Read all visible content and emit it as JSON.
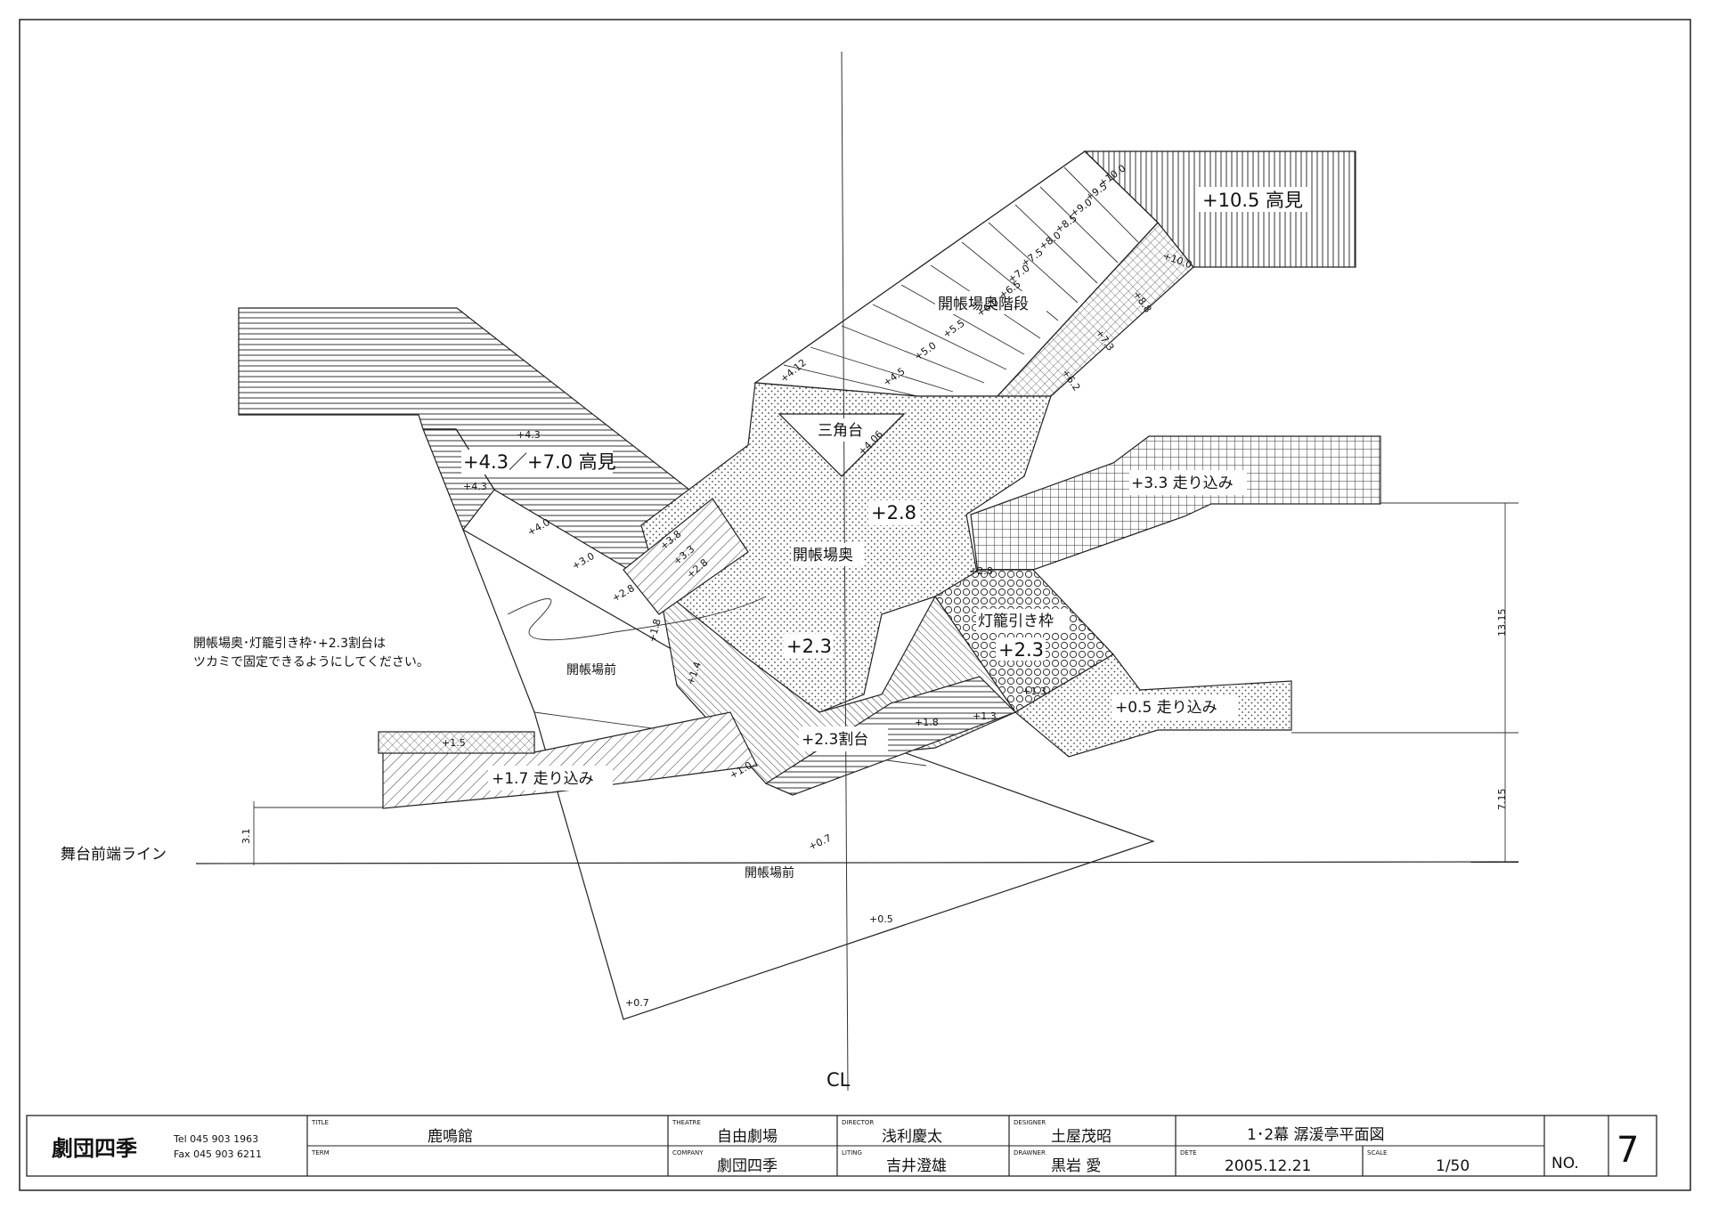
{
  "diagram": {
    "stage_front_line": "舞台前端ライン",
    "centerline": "CL",
    "note_line1": "開帳場奥･灯籠引き枠･+2.3割台は",
    "note_line2": "ツカミで固定できるようにしてください。",
    "labels": {
      "takami_105": "+10.5 高見",
      "kaichoba_oku_kaidan": "開帳場奥階段",
      "sankakudai": "三角台",
      "takami_43_70": "+4.3／+7.0 高見",
      "hashirikomi_33": "+3.3 走り込み",
      "plus_28": "+2.8",
      "kaichoba_oku": "開帳場奥",
      "toro_hikiwaku": "灯籠引き枠",
      "plus_23_right": "+2.3",
      "plus_23_left": "+2.3",
      "kaichoba_mae_upper": "開帳場前",
      "wari_dai_23": "+2.3割台",
      "hashirikomi_05": "+0.5 走り込み",
      "hashirikomi_17": "+1.7 走り込み",
      "kaichoba_mae_lower": "開帳場前"
    },
    "stair_steps": [
      "+4.5",
      "+5.0",
      "+5.5",
      "+6.0",
      "+6.5",
      "+7.0",
      "+7.5",
      "+8.0",
      "+8.5",
      "+9.0",
      "+9.5",
      "+10.0"
    ],
    "small_marks": {
      "m412": "+4.12",
      "m406": "+4.06",
      "m43a": "+4.3",
      "m43b": "+4.3",
      "m40": "+4.0",
      "m30": "+3.0",
      "m28a": "+2.8",
      "m28b": "+2.8",
      "m28c": "+2.8",
      "m33": "+3.3",
      "m38": "+3.8",
      "m18a": "+1.8",
      "m14": "+1.4",
      "m15": "+1.5",
      "m10": "+1.0",
      "m07a": "+0.7",
      "m05": "+0.5",
      "m07b": "+0.7",
      "m18b": "+1.8",
      "m13a": "+1.3",
      "m13b": "+1.3",
      "m100": "+10.0",
      "m88": "+8.8",
      "m73": "+7.3",
      "m62": "+6.2"
    },
    "dimensions": {
      "d1315": "13.15",
      "d715": "7.15",
      "d31": "3.1"
    }
  },
  "titleblock": {
    "company_logo": "劇団四季",
    "tel": "Tel 045 903 1963",
    "fax": "Fax 045 903 6211",
    "title_caption": "TITLE",
    "title": "鹿鳴館",
    "term_caption": "TERM",
    "theatre_caption": "THEATRE",
    "theatre": "自由劇場",
    "company_caption": "COMPANY",
    "company": "劇団四季",
    "director_caption": "DIRECTOR",
    "director": "浅利慶太",
    "lighting_caption": "LITING",
    "lighting": "吉井澄雄",
    "designer_caption": "DESIGNER",
    "designer": "土屋茂昭",
    "drawner_caption": "DRAWNER",
    "drawner": "黒岩 愛",
    "sheet_title": "1･2幕 潺湲亭平面図",
    "date_caption": "DETE",
    "date": "2005.12.21",
    "scale_caption": "SCALE",
    "scale": "1/50",
    "no_label": "NO.",
    "no_value": "7"
  }
}
